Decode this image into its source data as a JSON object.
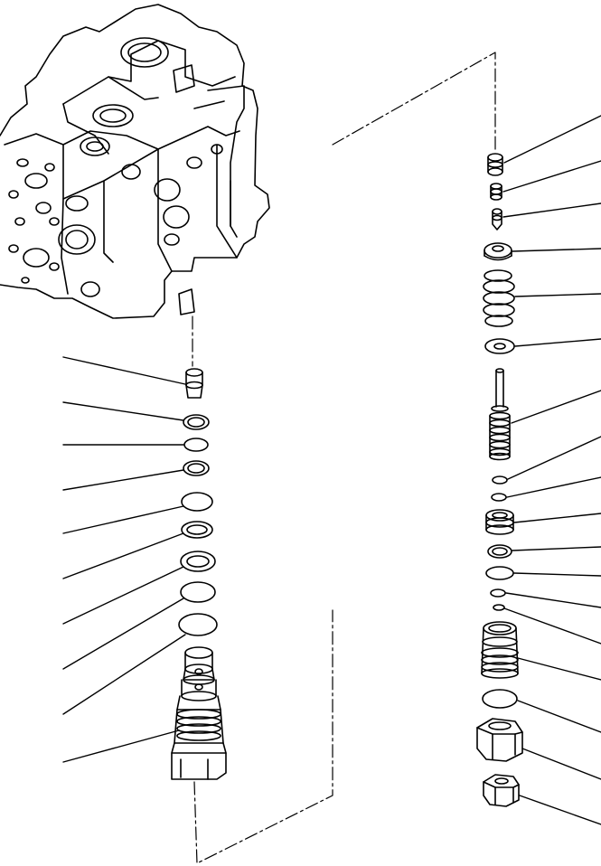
{
  "diagram": {
    "kind": "exploded parts view",
    "line_color": "#000000",
    "background_color": "#ffffff",
    "housing": "valve-body",
    "left_column_parts": [
      "plug",
      "backup-ring",
      "o-ring",
      "backup-ring",
      "o-ring",
      "backup-ring",
      "backup-ring",
      "o-ring",
      "o-ring",
      "relief-valve-cartridge"
    ],
    "right_column_parts": [
      "spring-retainer-top",
      "small-collar",
      "small-pin",
      "spring-seat",
      "coil-spring",
      "washer",
      "spool",
      "o-ring",
      "o-ring",
      "spring-collar",
      "backup-ring",
      "o-ring",
      "o-ring",
      "small-o-ring",
      "sleeve",
      "o-ring",
      "lock-nut",
      "cap-nut"
    ],
    "left_callout_count": 10,
    "right_callout_count": 18
  }
}
